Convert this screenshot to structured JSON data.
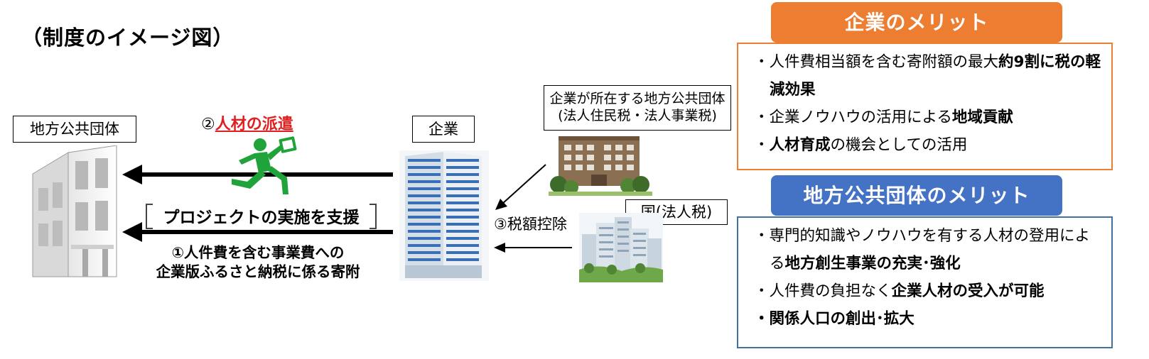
{
  "title": "（制度のイメージ図）",
  "labels": {
    "municipality": "地方公共団体",
    "corporation": "企業",
    "local_gov_line1": "企業が所在する地方公共団体",
    "local_gov_line2": "(法人住民税・法人事業税)",
    "national": "国(法人税)"
  },
  "flows": {
    "dispatch_num": "②",
    "dispatch": "人材の派遣",
    "project": "プロジェクトの実施を支援",
    "donation_line1": "①人件費を含む事業費への",
    "donation_line2": "企業版ふるさと納税に係る寄附",
    "tax_credit": "③税額控除"
  },
  "corp_merit": {
    "header": "企業のメリット",
    "items": [
      {
        "parts": [
          {
            "t": "・人件費相当額を含む寄附額の最大",
            "b": false
          },
          {
            "t": "約9割に税の軽減効果",
            "b": true
          }
        ]
      },
      {
        "parts": [
          {
            "t": "・企業ノウハウの活用による",
            "b": false
          },
          {
            "t": "地域貢献",
            "b": true
          }
        ]
      },
      {
        "parts": [
          {
            "t": "・",
            "b": false
          },
          {
            "t": "人材育成",
            "b": true
          },
          {
            "t": "の機会としての活用",
            "b": false
          }
        ]
      }
    ]
  },
  "lg_merit": {
    "header": "地方公共団体のメリット",
    "items": [
      {
        "parts": [
          {
            "t": "・専門的知識やノウハウを有する人材の登用による",
            "b": false
          },
          {
            "t": "地方創生事業の充実･強化",
            "b": true
          }
        ]
      },
      {
        "parts": [
          {
            "t": "・人件費の負担なく",
            "b": false
          },
          {
            "t": "企業人材の受入が可能",
            "b": true
          }
        ]
      },
      {
        "parts": [
          {
            "t": "・関係人口の創出･拡大",
            "b": true
          }
        ]
      }
    ]
  },
  "colors": {
    "corp_accent": "#ed7d31",
    "lg_accent": "#4472c4",
    "dispatch_text": "#e02020",
    "runner": "#1fa33a"
  },
  "icons": {
    "municipality_building": "city-hall-building-icon",
    "corporation_building": "office-tower-icon",
    "local_gov_building": "local-government-building-icon",
    "national": "city-buildings-icon",
    "runner": "running-businessman-icon"
  }
}
